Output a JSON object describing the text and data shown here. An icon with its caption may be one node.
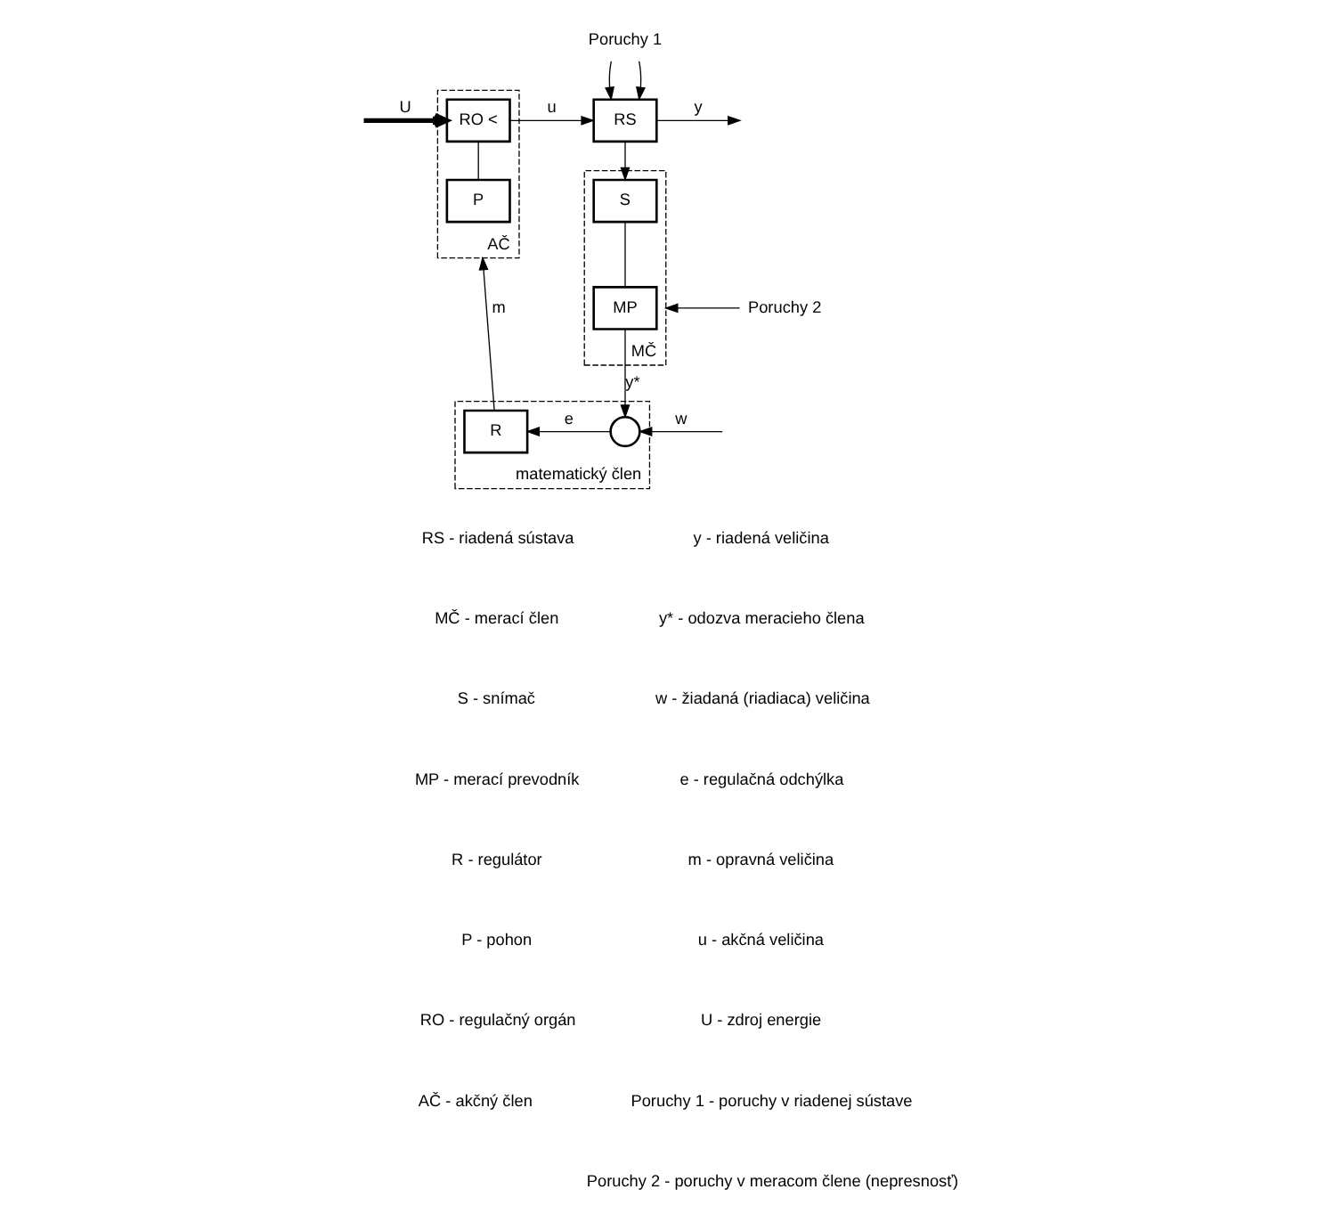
{
  "diagram": {
    "nodes": [
      {
        "text": [
          "AČ"
        ]
      },
      {
        "text": [
          "RO <"
        ],
        "in": 0
      },
      {
        "text": [
          "P"
        ],
        "in": 0
      },
      {
        "text": [
          "RS"
        ]
      },
      {
        "text": [
          "MČ"
        ]
      },
      {
        "text": [
          "S"
        ],
        "in": 4
      },
      {
        "text": [
          "MP"
        ],
        "in": 4
      },
      {
        "text": [
          "matematický člen"
        ]
      },
      {
        "text": [
          "R"
        ],
        "in": 7
      },
      {
        "text": [],
        "shape": "circle",
        "in": 7
      },
      {
        "text": [
          "Poruchy 1"
        ]
      },
      {
        "text": [
          "Poruchy 2"
        ]
      }
    ],
    "edges": [
      {
        "from": null,
        "to": 1,
        "arrow": "to",
        "label": "U",
        "style": "thick"
      },
      {
        "from": 1,
        "to": 3,
        "arrow": "to",
        "label": "u"
      },
      {
        "from": 10,
        "to": 3,
        "arrow": "to"
      },
      {
        "from": 10,
        "to": 3,
        "arrow": "to"
      },
      {
        "from": 3,
        "to": null,
        "arrow": "to",
        "label": "y"
      },
      {
        "from": 3,
        "to": 5,
        "arrow": "to"
      },
      {
        "from": 1,
        "to": 2,
        "arrow": "none"
      },
      {
        "from": 5,
        "to": 6,
        "arrow": "none"
      },
      {
        "from": 6,
        "to": 9,
        "arrow": "to",
        "label": "y*"
      },
      {
        "from": 11,
        "to": 4,
        "arrow": "to"
      },
      {
        "from": null,
        "to": 9,
        "arrow": "to",
        "label": "w"
      },
      {
        "from": 9,
        "to": 8,
        "arrow": "to",
        "label": "e"
      },
      {
        "from": 8,
        "to": 0,
        "arrow": "to",
        "label": "m"
      }
    ],
    "labels": [
      "RS - riadená sústava",
      "y - riadená veličina",
      "MČ - merací člen",
      "y* - odozva meracieho člena",
      "S - snímač",
      "w - žiadaná (riadiaca) veličina",
      "MP - merací prevodník",
      "e - regulačná odchýlka",
      "R - regulátor",
      "m - opravná veličina",
      "P - pohon",
      "u - akčná veličina",
      "RO - regulačný orgán",
      "U - zdroj energie",
      "AČ - akčný člen",
      "Poruchy 1 - poruchy v riadenej sústave",
      "Poruchy 2 - poruchy v meracom člene (nepresnosť)"
    ]
  }
}
